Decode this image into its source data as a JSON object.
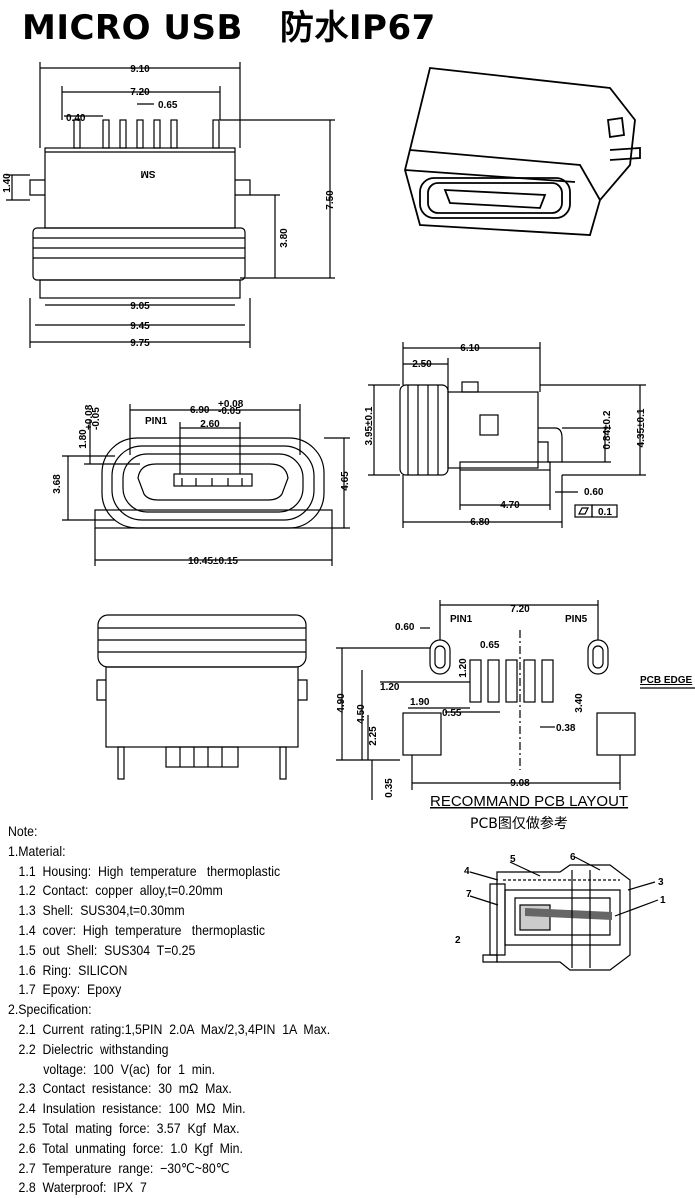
{
  "title": "MICRO USB   防水IP67",
  "front_view": {
    "dims": [
      "9.10",
      "7.20",
      "0.40",
      "0.65",
      "1.40",
      "3.80",
      "7.50",
      "9.05",
      "9.45",
      "9.75"
    ],
    "mark": "SM"
  },
  "end_view": {
    "dims": [
      "6.90",
      "+0.08",
      "-0.05",
      "2.60",
      "1.80",
      "+0.08",
      "-0.05",
      "3.68",
      "4.65",
      "10.45±0.15"
    ],
    "pin_label": "PIN1"
  },
  "side_view": {
    "dims": [
      "6.10",
      "2.50",
      "3.95±0.1",
      "0.84±0.2",
      "4.35±0.1",
      "4.70",
      "0.60",
      "6.80",
      "0.1"
    ]
  },
  "pcb_layout": {
    "dims": [
      "7.20",
      "0.60",
      "0.65",
      "1.20",
      "1.20",
      "1.90",
      "0.55",
      "3.40",
      "0.38",
      "4.90",
      "4.50",
      "2.25",
      "0.35",
      "9.08"
    ],
    "pin1": "PIN1",
    "pin5": "PIN5",
    "edge_label": "PCB EDGE",
    "caption": "RECOMMAND  PCB  LAYOUT",
    "subcaption": "PCB图仅做参考"
  },
  "section_callouts": [
    "1",
    "2",
    "3",
    "4",
    "5",
    "6",
    "7"
  ],
  "notes": {
    "heading": "Note:",
    "material_heading": "1.Material:",
    "material": [
      "1.1  Housing:  High  temperature   thermoplastic",
      "1.2  Contact:  copper  alloy,t=0.20mm",
      "1.3  Shell:  SUS304,t=0.30mm",
      "1.4  cover:  High  temperature   thermoplastic",
      "1.5  out  Shell:  SUS304  T=0.25",
      "1.6  Ring:  SILICON",
      "1.7  Epoxy:  Epoxy"
    ],
    "spec_heading": "2.Specification:",
    "spec": [
      "2.1  Current  rating:1,5PIN  2.0A  Max/2,3,4PIN  1A  Max.",
      "2.2  Dielectric  withstanding",
      "voltage:  100  V(ac)  for  1  min.",
      "2.3  Contact  resistance:  30  mΩ  Max.",
      "2.4  Insulation  resistance:  100  MΩ  Min.",
      "2.5  Total  mating  force:  3.57  Kgf  Max.",
      "2.6  Total  unmating  force:  1.0  Kgf  Min.",
      "2.7  Temperature  range:  −30℃~80℃",
      "2.8  Waterproof:  IPX  7"
    ]
  }
}
